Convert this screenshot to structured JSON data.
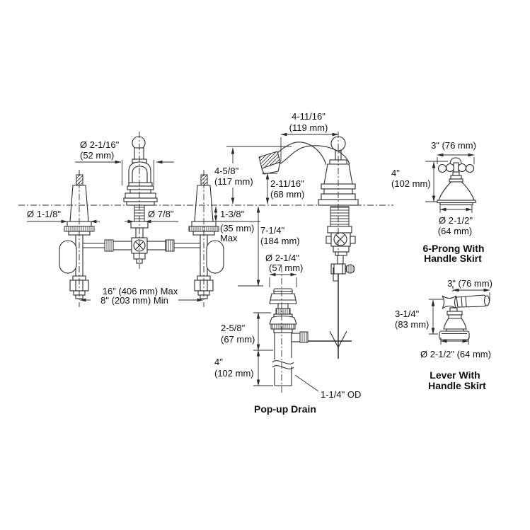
{
  "meta": {
    "background": "#ffffff",
    "line_color": "#2b2b2b",
    "text_color": "#101010"
  },
  "front_view": {
    "spout_escutcheon_dia": {
      "l1": "Ø 2-1/16\"",
      "l2": "(52 mm)"
    },
    "valve_shank_dia": "Ø 1-1/8\"",
    "spout_shank_dia": "Ø 7/8\"",
    "deck_thickness": {
      "l1": "1-3/8\"",
      "l2": "(35 mm)",
      "l3": "Max"
    },
    "spread_max": "16\" (406 mm) Max",
    "spread_min": "8\" (203 mm) Min"
  },
  "side_view": {
    "spout_reach": {
      "l1": "4-11/16\"",
      "l2": "(119 mm)"
    },
    "spout_height": {
      "l1": "4-5/8\"",
      "l2": "(117 mm)"
    },
    "outlet_height": {
      "l1": "2-11/16\"",
      "l2": "(68 mm)"
    },
    "below_deck": {
      "l1": "7-1/4\"",
      "l2": "(184 mm)"
    },
    "drain_flange_dia": {
      "l1": "Ø 2-1/4\"",
      "l2": "(57 mm)"
    },
    "drain_body": {
      "l1": "2-5/8\"",
      "l2": "(67 mm)"
    },
    "tailpiece": {
      "l1": "4\"",
      "l2": "(102 mm)"
    },
    "tailpiece_od": "1-1/4\" OD",
    "caption": "Pop-up Drain"
  },
  "six_prong": {
    "width": "3\" (76 mm)",
    "height": {
      "l1": "4\"",
      "l2": "(102 mm)"
    },
    "base_dia": {
      "l1": "Ø 2-1/2\"",
      "l2": "(64 mm)"
    },
    "caption": {
      "l1": "6-Prong With",
      "l2": "Handle Skirt"
    }
  },
  "lever": {
    "width": "3\" (76 mm)",
    "height": {
      "l1": "3-1/4\"",
      "l2": "(83 mm)"
    },
    "base_dia": "Ø 2-1/2\" (64 mm)",
    "caption": {
      "l1": "Lever With",
      "l2": "Handle Skirt"
    }
  }
}
